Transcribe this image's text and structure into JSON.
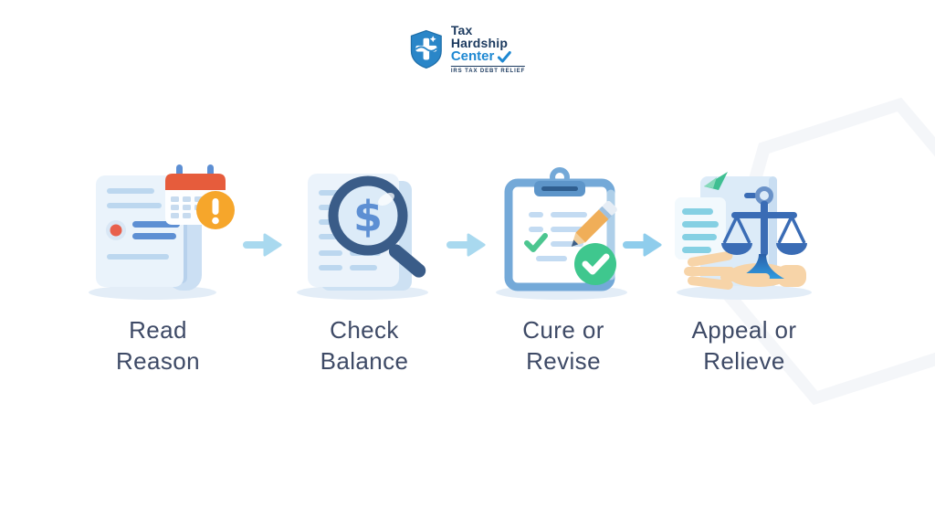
{
  "brand": {
    "name_top": "Tax",
    "name_middle": "Hardship",
    "name_bottom": "Center",
    "tagline": "IRS TAX DEBT RELIEF",
    "logo_icon": "shield-cross-icon",
    "check_icon": "checkmark-icon",
    "colors": {
      "shield_blue": "#2a86c8",
      "navy": "#1c3a5f",
      "accent_blue": "#1e88d2"
    }
  },
  "steps": [
    {
      "id": 1,
      "label_line1": "Read",
      "label_line2": "Reason",
      "icon": "document-calendar-alert-icon"
    },
    {
      "id": 2,
      "label_line1": "Check",
      "label_line2": "Balance",
      "icon": "document-magnifier-dollar-icon"
    },
    {
      "id": 3,
      "label_line1": "Cure or",
      "label_line2": "Revise",
      "icon": "clipboard-pencil-check-icon"
    },
    {
      "id": 4,
      "label_line1": "Appeal or",
      "label_line2": "Relieve",
      "icon": "hand-scales-document-icon"
    }
  ],
  "icon_glyphs": {
    "dollar_sign": "$"
  },
  "palette": {
    "background": "#ffffff",
    "label_text": "#3e4a66",
    "arrow_blue": "#a9d9ef",
    "doc_fill": "#eaf3fb",
    "doc_back_fill": "#cde1f3",
    "doc_line_light": "#bcd7ef",
    "doc_line_dark": "#5d8fd3",
    "bullet_red": "#e8604c",
    "calendar_red": "#e65c3c",
    "alert_orange": "#f6a62b",
    "magnifier_navy": "#3a5c88",
    "clipboard_blue": "#74a9d8",
    "check_green": "#3fc78e",
    "pencil_orange": "#f0ae58",
    "cyan_line": "#85d0e3",
    "leaf_green": "#3fbf92",
    "scales_blue": "#3a6cb5",
    "hand_peach": "#f7d4a8",
    "ground_shadow": "#e3edf7"
  }
}
